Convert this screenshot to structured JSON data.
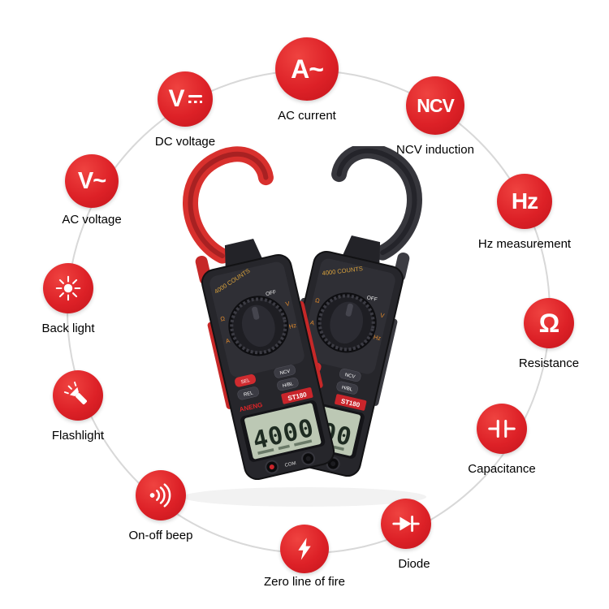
{
  "page": {
    "background": "#ffffff"
  },
  "colors": {
    "badge_red": "#dd2127",
    "ring_gray": "#d8d8d8",
    "clamp_red": "#d8302d",
    "clamp_black": "#36363c",
    "body_dark": "#26262b",
    "lcd_green": "#bcc8b4",
    "brand_red": "#e02528",
    "marking_orange": "#e08a2d"
  },
  "features": [
    {
      "name": "ac-current",
      "glyph": "A~",
      "label": "AC current"
    },
    {
      "name": "ncv-induction",
      "glyph": "NCV",
      "label": "NCV induction"
    },
    {
      "name": "hz-measurement",
      "glyph": "Hz",
      "label": "Hz measurement"
    },
    {
      "name": "resistance",
      "glyph": "Ω",
      "label": "Resistance"
    },
    {
      "name": "capacitance",
      "glyph": "",
      "label": "Capacitance"
    },
    {
      "name": "diode",
      "glyph": "",
      "label": "Diode"
    },
    {
      "name": "zero-line-of-fire",
      "glyph": "",
      "label": "Zero line of fire"
    },
    {
      "name": "on-off-beep",
      "glyph": "",
      "label": "On-off beep"
    },
    {
      "name": "flashlight",
      "glyph": "",
      "label": "Flashlight"
    },
    {
      "name": "back-light",
      "glyph": "",
      "label": "Back light"
    },
    {
      "name": "ac-voltage",
      "glyph": "V~",
      "label": "AC voltage"
    },
    {
      "name": "dc-voltage",
      "glyph": "V",
      "label": "DC voltage"
    }
  ],
  "device": {
    "brand": "ANENG",
    "model": "ST180",
    "display_value": "4000",
    "counts_label": "4000 COUNTS",
    "dial_off_label": "OFF",
    "port_label": "COM",
    "buttons": {
      "sel": "SEL",
      "ncv": "NCV",
      "rel": "REL",
      "hbl": "H/BL"
    },
    "dial_marks": {
      "ohm": "Ω",
      "amp": "A",
      "volt": "V",
      "hz": "Hz"
    }
  }
}
